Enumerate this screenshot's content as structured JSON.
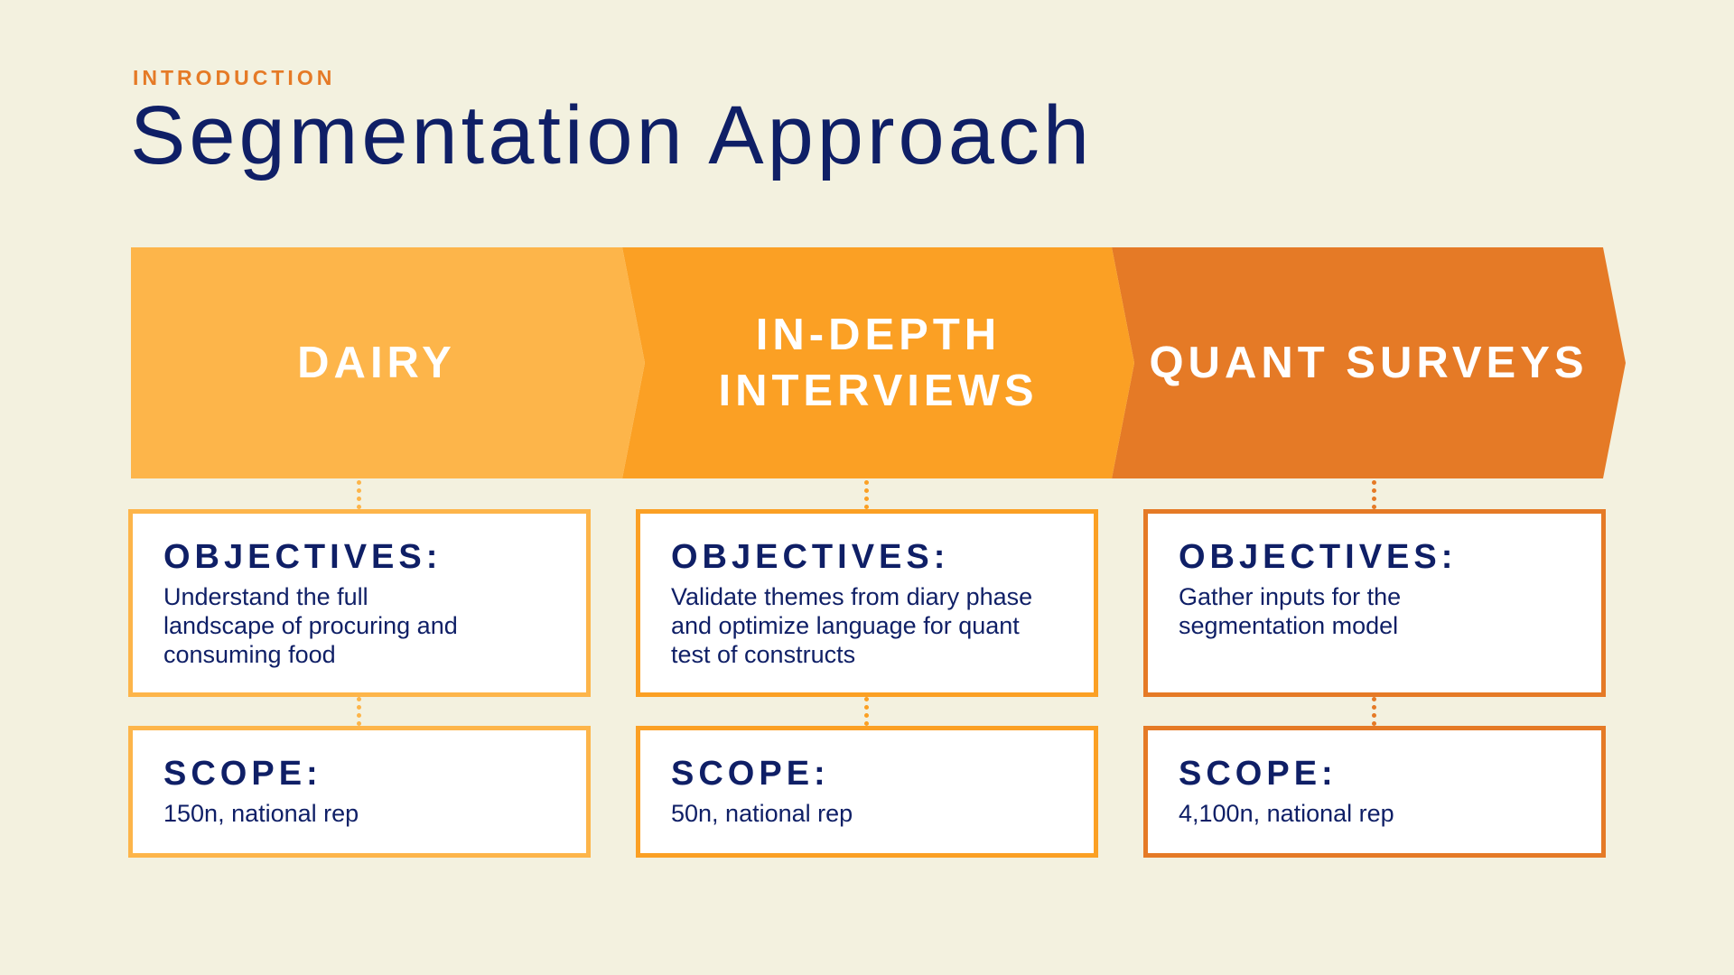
{
  "header": {
    "eyebrow": "INTRODUCTION",
    "title": "Segmentation Approach"
  },
  "colors": {
    "background": "#f3f1df",
    "navy": "#0f1f66",
    "phase_1": "#fdb54a",
    "phase_2": "#fba024",
    "phase_3": "#e57a26"
  },
  "phases": [
    {
      "label": "DAIRY",
      "objectives_heading": "OBJECTIVES:",
      "objectives_text": "Understand the full landscape of procuring and consuming food",
      "scope_heading": "SCOPE:",
      "scope_text": "150n, national rep"
    },
    {
      "label": "IN-DEPTH\nINTERVIEWS",
      "objectives_heading": "OBJECTIVES:",
      "objectives_text": "Validate themes from diary phase and optimize language for quant test of constructs",
      "scope_heading": "SCOPE:",
      "scope_text": "50n, national rep"
    },
    {
      "label": "QUANT SURVEYS",
      "objectives_heading": "OBJECTIVES:",
      "objectives_text": "Gather inputs for the segmentation model",
      "scope_heading": "SCOPE:",
      "scope_text": "4,100n, national rep"
    }
  ]
}
